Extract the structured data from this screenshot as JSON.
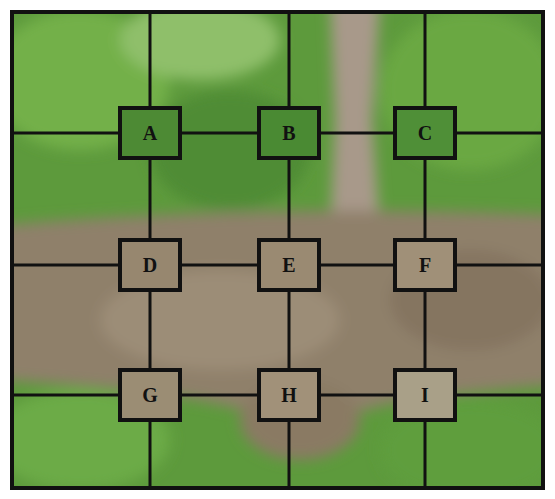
{
  "diagram": {
    "nodes": [
      {
        "text": [
          "A"
        ]
      },
      {
        "text": [
          "B"
        ]
      },
      {
        "text": [
          "C"
        ]
      },
      {
        "text": [
          "D"
        ]
      },
      {
        "text": [
          "E"
        ]
      },
      {
        "text": [
          "F"
        ]
      },
      {
        "text": [
          "G"
        ]
      },
      {
        "text": [
          "H"
        ]
      },
      {
        "text": [
          "I"
        ]
      }
    ],
    "edges": [
      {
        "from": 0,
        "to": 1,
        "arrow": "none"
      },
      {
        "from": 1,
        "to": 2,
        "arrow": "none"
      },
      {
        "from": 3,
        "to": 4,
        "arrow": "none"
      },
      {
        "from": 4,
        "to": 5,
        "arrow": "none"
      },
      {
        "from": 6,
        "to": 7,
        "arrow": "none"
      },
      {
        "from": 7,
        "to": 8,
        "arrow": "none"
      },
      {
        "from": 0,
        "to": 3,
        "arrow": "none"
      },
      {
        "from": 3,
        "to": 6,
        "arrow": "none"
      },
      {
        "from": 1,
        "to": 4,
        "arrow": "none"
      },
      {
        "from": 4,
        "to": 7,
        "arrow": "none"
      },
      {
        "from": 2,
        "to": 5,
        "arrow": "none"
      },
      {
        "from": 5,
        "to": 8,
        "arrow": "none"
      }
    ]
  }
}
